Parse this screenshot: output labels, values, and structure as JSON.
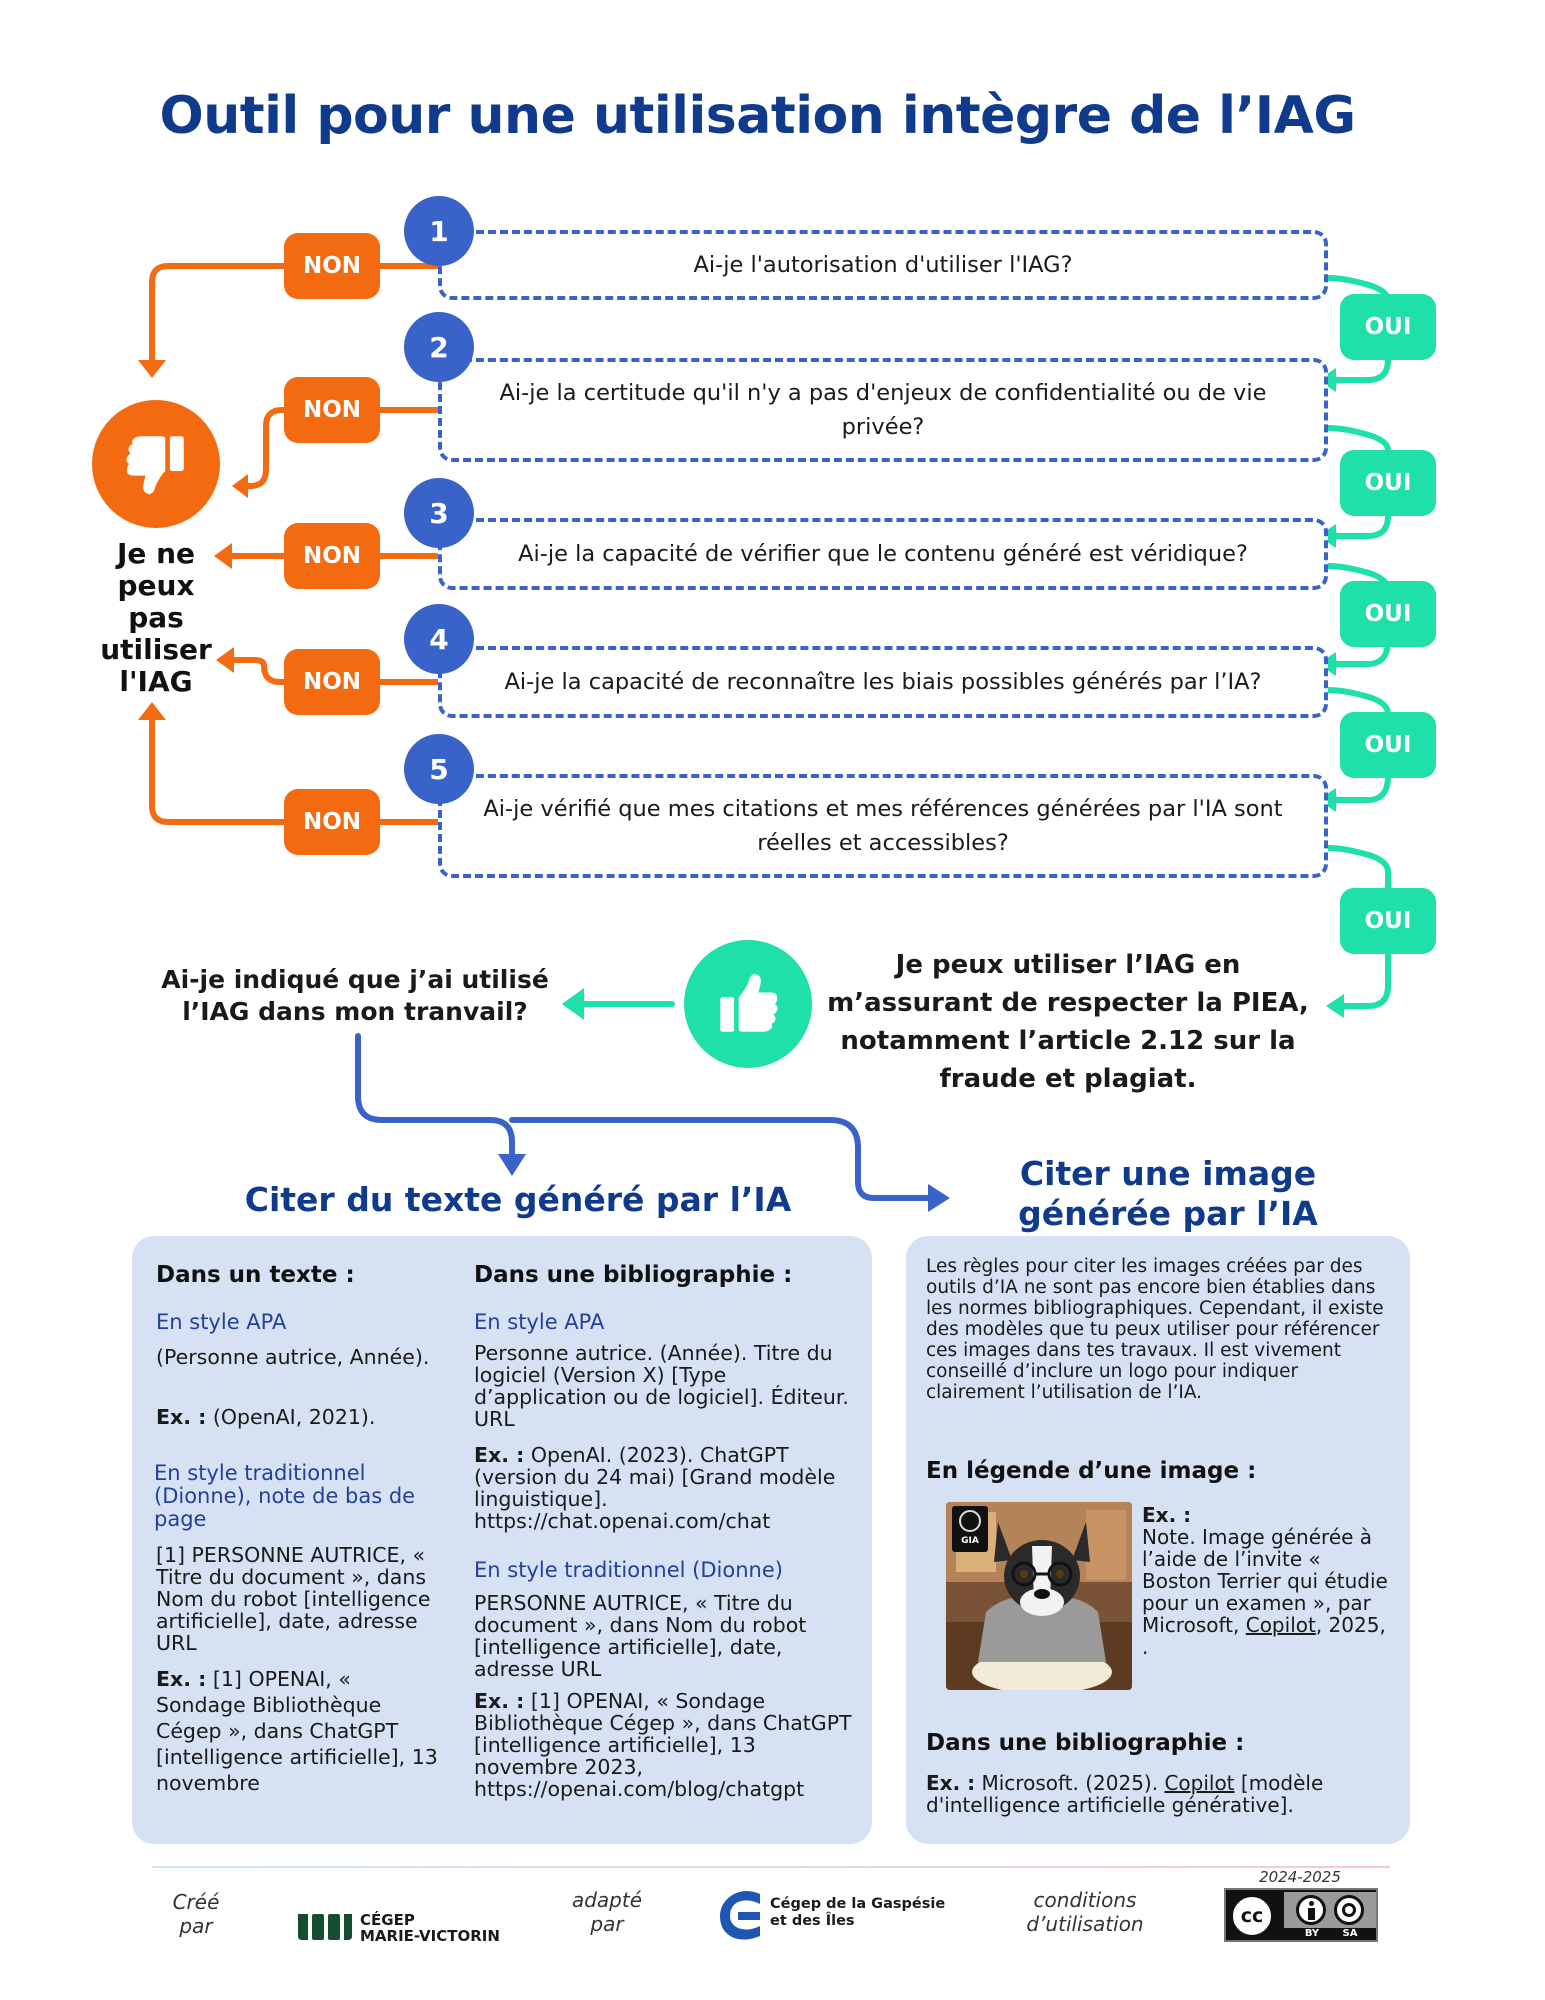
{
  "title": "Outil pour une utilisation intègre de l’IAG",
  "questions": [
    {
      "num": "1",
      "text": "Ai-je l'autorisation d'utiliser l'IAG?"
    },
    {
      "num": "2",
      "text": "Ai-je la certitude qu'il n'y a pas d'enjeux de confidentialité ou de vie privée?"
    },
    {
      "num": "3",
      "text": "Ai-je la capacité de vérifier que le contenu généré est véridique?"
    },
    {
      "num": "4",
      "text": "Ai-je la capacité de reconnaître les biais possibles générés par l’IA?"
    },
    {
      "num": "5",
      "text": "Ai-je vérifié que mes citations et mes références générées par l'IA sont réelles et accessibles?"
    }
  ],
  "labels": {
    "no": "NON",
    "yes": "OUI"
  },
  "deny_text": "Je ne peux pas utiliser l'IAG",
  "approve_text": "Je peux utiliser l’IAG en m’assurant de respecter la PIEA, notamment l’article 2.12 sur la fraude et plagiat.",
  "indicate_question": "Ai-je indiqué que j’ai utilisé l’IAG dans mon tranvail?",
  "icons": {
    "deny": "thumbs-down-icon",
    "approve": "thumbs-up-icon"
  },
  "colors": {
    "title": "#103b8c",
    "question_border": "#3a63c9",
    "no": "#f36a10",
    "yes": "#1ee0a8",
    "panel": "#d6e1f4"
  },
  "text_section": {
    "heading": "Citer du texte généré par l’IA",
    "in_text": {
      "heading": "Dans un texte :",
      "apa_label": "En style APA",
      "apa_format": "(Personne autrice, Année).",
      "apa_example_label": "Ex. :",
      "apa_example": "(OpenAI, 2021).",
      "trad_label": "En style traditionnel (Dionne), note de bas de page",
      "trad_format": "[1] PERSONNE AUTRICE, « Titre du document », dans Nom du robot [intelligence artificielle], date, adresse URL",
      "trad_example_label": "Ex. :",
      "trad_example": "[1] OPENAI, « Sondage Bibliothèque Cégep », dans ChatGPT [intelligence artificielle], 13 novembre"
    },
    "bibliography": {
      "heading": "Dans une bibliographie :",
      "apa_label": "En style APA",
      "apa_format": "Personne autrice. (Année). Titre du logiciel (Version X) [Type d’application ou de logiciel]. Éditeur. URL",
      "apa_example_label": "Ex. :",
      "apa_example": "OpenAI. (2023). ChatGPT (version du 24 mai) [Grand modèle linguistique]. https://chat.openai.com/chat",
      "trad_label": "En style traditionnel (Dionne)",
      "trad_format": "PERSONNE AUTRICE, « Titre du document », dans Nom du robot [intelligence artificielle], date, adresse URL",
      "trad_example_label": "Ex. :",
      "trad_example": "[1] OPENAI, « Sondage Bibliothèque Cégep », dans ChatGPT [intelligence artificielle], 13 novembre 2023, https://openai.com/blog/chatgpt"
    }
  },
  "image_section": {
    "heading": "Citer une image générée par l’IA",
    "intro": "Les règles pour citer les images créées par des outils d’IA ne sont pas encore bien établies dans les normes bibliographiques. Cependant, il existe des modèles que tu peux utiliser pour référencer ces images dans tes travaux. Il est vivement conseillé d’inclure un logo pour indiquer clairement l’utilisation de l’IA.",
    "caption_heading": "En légende d’une image :",
    "caption_example_label": "Ex. :",
    "caption_text": "Note. Image générée à l’aide de l’invite « Boston Terrier qui étudie pour un examen », par Microsoft,",
    "caption_link": "Copilot",
    "caption_end": ", 2025, .",
    "ia_badge": "GIA",
    "bib_heading": "Dans une bibliographie :",
    "bib_example_label": "Ex. :",
    "bib_text_start": "Microsoft. (2025).",
    "bib_link": "Copilot",
    "bib_text_end": "[modèle d'intelligence artificielle générative]."
  },
  "footer": {
    "created_by": "Créé par",
    "org1_line1": "CÉGEP",
    "org1_line2": "MARIE-VICTORIN",
    "adapted_by": "adapté par",
    "org2_line1": "Cégep de la Gaspésie",
    "org2_line2": "et des Îles",
    "conditions": "conditions d’utilisation",
    "year": "2024-2025",
    "license_by": "BY",
    "license_sa": "SA",
    "license_cc": "cc"
  }
}
